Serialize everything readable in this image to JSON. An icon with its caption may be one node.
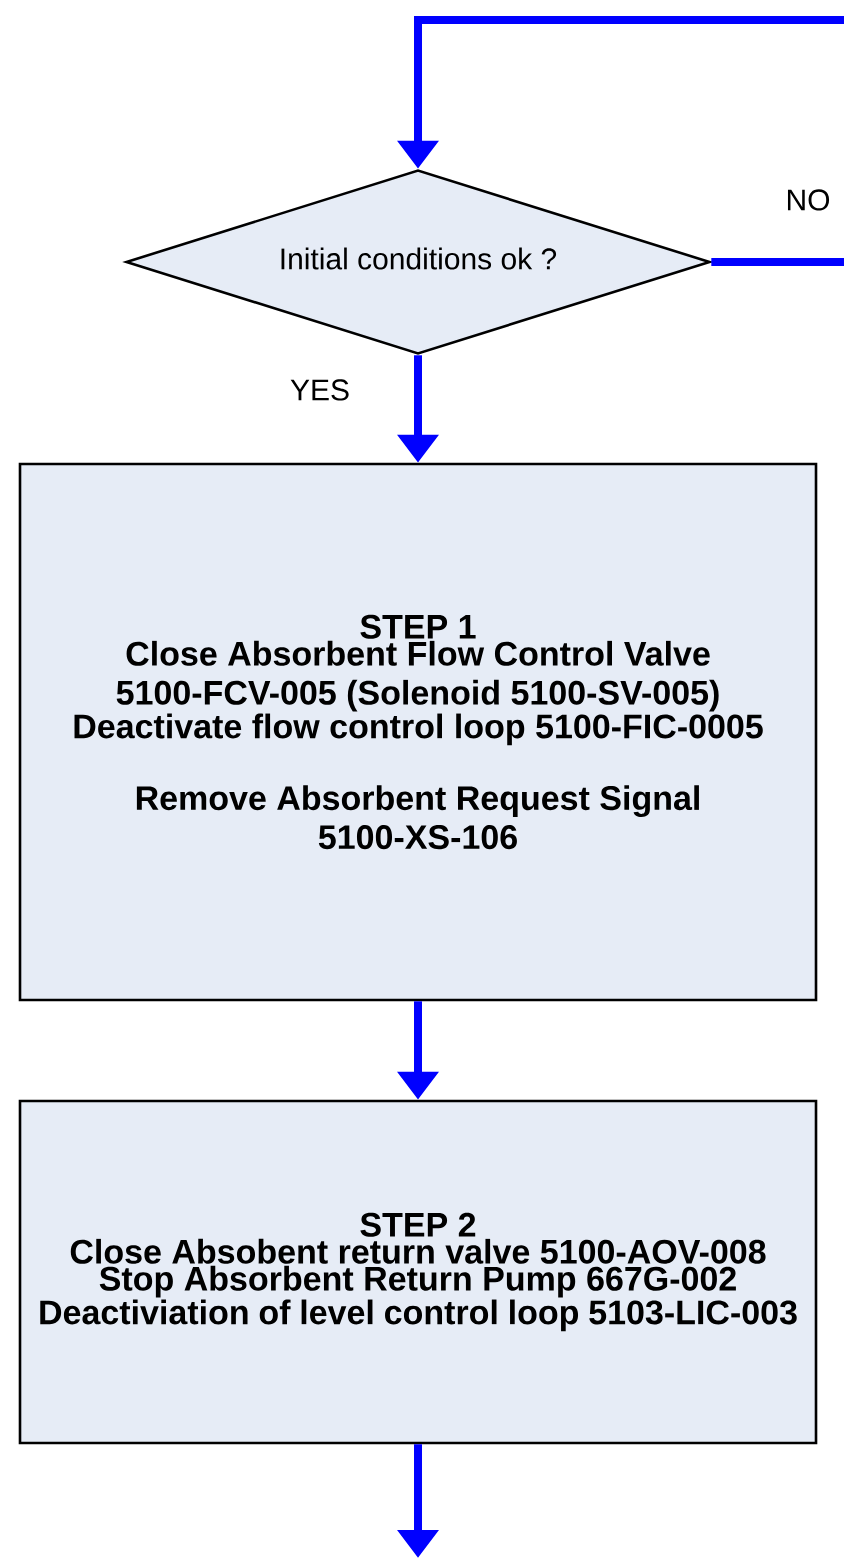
{
  "diagram": {
    "nodes": [
      {
        "text": [
          "Initial conditions ok ?"
        ]
      },
      {
        "text": [
          "STEP 1",
          "Close Absorbent Flow Control Valve 5100-FCV-005 (Solenoid 5100-SV-005)",
          "Deactivate flow control loop 5100-FIC-0005",
          "Remove Absorbent Request Signal 5100-XS-106"
        ]
      },
      {
        "text": [
          "STEP 2",
          "Close Absobent return valve 5100-AOV-008",
          "Stop Absorbent Return Pump 667G-002",
          "Deactiviation of level control loop 5103-LIC-003"
        ]
      }
    ],
    "edges": [
      {
        "from": null,
        "to": 0,
        "arrow": "to"
      },
      {
        "from": 0,
        "to": null,
        "arrow": "none",
        "label": "NO"
      },
      {
        "from": 0,
        "to": 1,
        "arrow": "to",
        "label": "YES"
      },
      {
        "from": 1,
        "to": 2,
        "arrow": "to"
      },
      {
        "from": 2,
        "to": null,
        "arrow": "to"
      }
    ]
  }
}
